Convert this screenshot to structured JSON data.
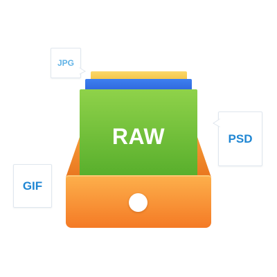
{
  "illustration": {
    "drawer_file": {
      "label": "RAW"
    },
    "tags": {
      "jpg": "JPG",
      "psd": "PSD",
      "gif": "GIF"
    },
    "icons": {
      "drawer": "file-drawer-icon",
      "knob": "drawer-knob-icon"
    },
    "colors": {
      "drawer_top": "#fdb04c",
      "drawer_bottom": "#f47a25",
      "raw_file": "#7cc23e",
      "blue_file": "#3070e0",
      "yellow_file": "#f7cd55",
      "tag_text": "#1f86d3",
      "tag_text_light": "#5fb2e6"
    }
  }
}
